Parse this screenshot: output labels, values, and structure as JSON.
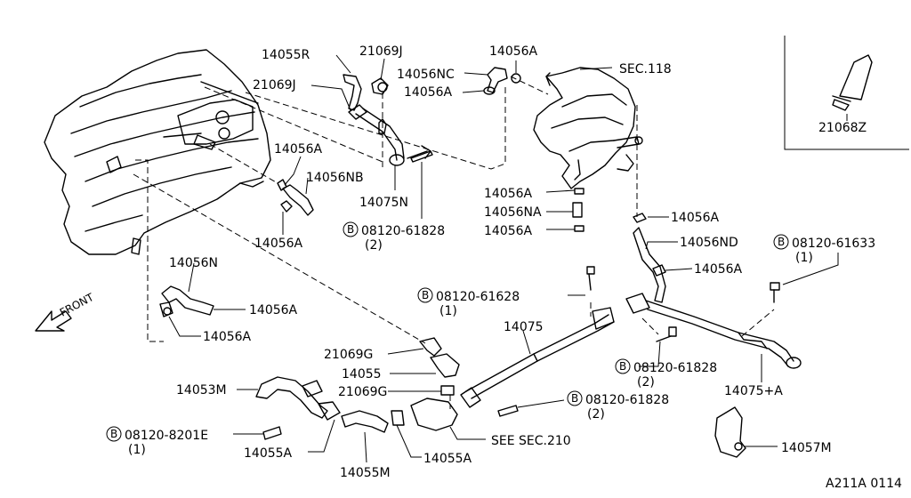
{
  "diagram": {
    "code": "A211A 0114",
    "front_label": "FRONT",
    "parts": {
      "p14055R": "14055R",
      "p21069J_top": "21069J",
      "p21069J_left": "21069J",
      "p14056A_a": "14056A",
      "p14056NC": "14056NC",
      "p14056A_b": "14056A",
      "sec118": "SEC.118",
      "p21068Z": "21068Z",
      "p14056A_c": "14056A",
      "p14056NB": "14056NB",
      "p14075N": "14075N",
      "p14056A_d": "14056A",
      "p14056A_e": "14056A",
      "p14056NA": "14056NA",
      "p14056A_f": "14056A",
      "p14056A_g": "14056A",
      "p14056ND": "14056ND",
      "p14056A_h": "14056A",
      "p14056N": "14056N",
      "p14056A_i": "14056A",
      "p14056A_j": "14056A",
      "p14075": "14075",
      "p21069G_a": "21069G",
      "p14055": "14055",
      "p21069G_b": "21069G",
      "p14053M": "14053M",
      "p14075A": "14075+A",
      "p14055A_a": "14055A",
      "p14055M": "14055M",
      "p14055A_b": "14055A",
      "sec210": "SEE SEC.210",
      "p14057M": "14057M"
    },
    "bolts": {
      "b1_num": "08120-61828",
      "b1_qty": "(2)",
      "b2_num": "08120-61633",
      "b2_qty": "(1)",
      "b3_num": "08120-61628",
      "b3_qty": "(1)",
      "b4_num": "08120-61828",
      "b4_qty": "(2)",
      "b5_num": "08120-61828",
      "b5_qty": "(2)",
      "b6_num": "08120-8201E",
      "b6_qty": "(1)",
      "symbol": "B"
    }
  }
}
